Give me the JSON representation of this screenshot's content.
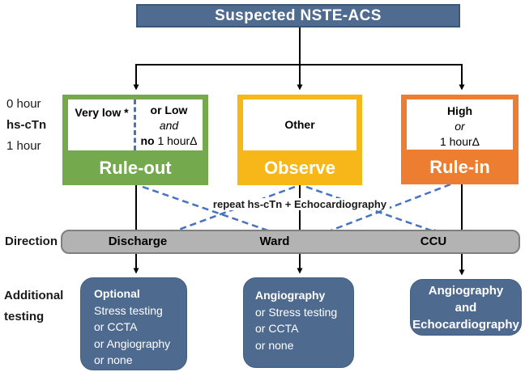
{
  "header": {
    "title": "Suspected NSTE-ACS"
  },
  "row_labels": {
    "timing_line1": "0 hour",
    "timing_line2": "hs-cTn",
    "timing_line3": "1 hour",
    "direction": "Direction",
    "additional_line1": "Additional",
    "additional_line2": "testing"
  },
  "triage_boxes": {
    "rule_out": {
      "criteria_left": "Very low *",
      "criteria_right_line1": "or Low",
      "criteria_right_line2": "and",
      "criteria_right_line3_bold": "no",
      "criteria_right_line3_rest": " 1 hourΔ",
      "label": "Rule-out",
      "color": "#74A94D"
    },
    "observe": {
      "criteria": "Other",
      "label": "Observe",
      "color": "#F7B718"
    },
    "rule_in": {
      "criteria_line1": "High",
      "criteria_line2": "or",
      "criteria_line3": "1 hourΔ",
      "label": "Rule-in",
      "color": "#ED7D31"
    }
  },
  "middle_note": "repeat hs-cTn + Echocardiography",
  "direction_bar": {
    "options": [
      "Discharge",
      "Ward",
      "CCU"
    ]
  },
  "additional_testing": {
    "discharge": {
      "line1": "Optional",
      "line2": "Stress testing",
      "line3": "or CCTA",
      "line4": "or Angiography",
      "line5": "or none"
    },
    "ward": {
      "line1": "Angiography",
      "line2": "or Stress testing",
      "line3": "or CCTA",
      "line4": "or none"
    },
    "ccu": {
      "line1": "Angiography",
      "line2": "and",
      "line3": "Echocardiography"
    }
  },
  "colors": {
    "node_blue": "#4F6B8F",
    "rule_out_green": "#74A94D",
    "observe_yellow": "#F7B718",
    "rule_in_orange": "#ED7D31",
    "direction_gray": "#B3B3B3",
    "dashed_arrow_blue": "#4472C4",
    "solid_arrow_black": "#000000"
  }
}
